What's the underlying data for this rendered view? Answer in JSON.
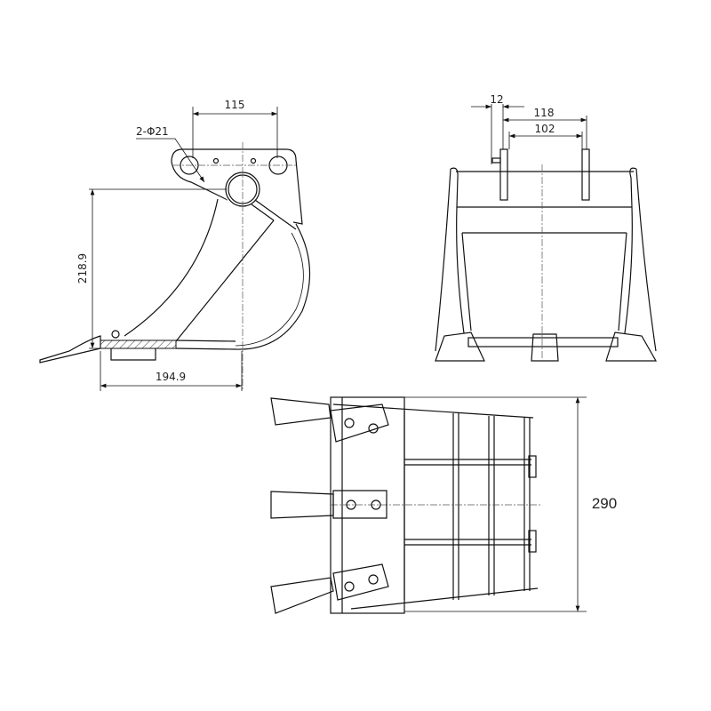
{
  "side_view": {
    "dim_pin_spacing": "115",
    "dim_holes": "2-Φ21",
    "dim_height": "218.9",
    "dim_length": "194.9"
  },
  "front_view": {
    "dim_plate": "12",
    "dim_outer": "118",
    "dim_inner": "102"
  },
  "top_view": {
    "dim_width": "290"
  }
}
